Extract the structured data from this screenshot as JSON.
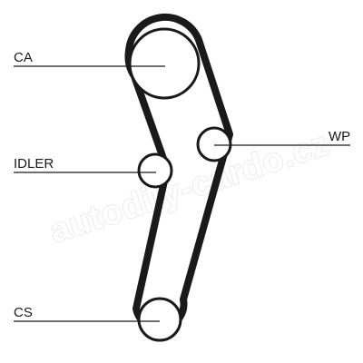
{
  "labels": {
    "ca": "CA",
    "idler": "IDLER",
    "wp": "WP",
    "cs": "CS"
  },
  "watermark": "autodily-cardo.cz",
  "colors": {
    "belt": "#1a1a1a",
    "leader_line": "#1a1a1a",
    "pulley_fill": "#ffffff",
    "watermark_outline": "#e3e3e3",
    "background": "#ffffff"
  }
}
